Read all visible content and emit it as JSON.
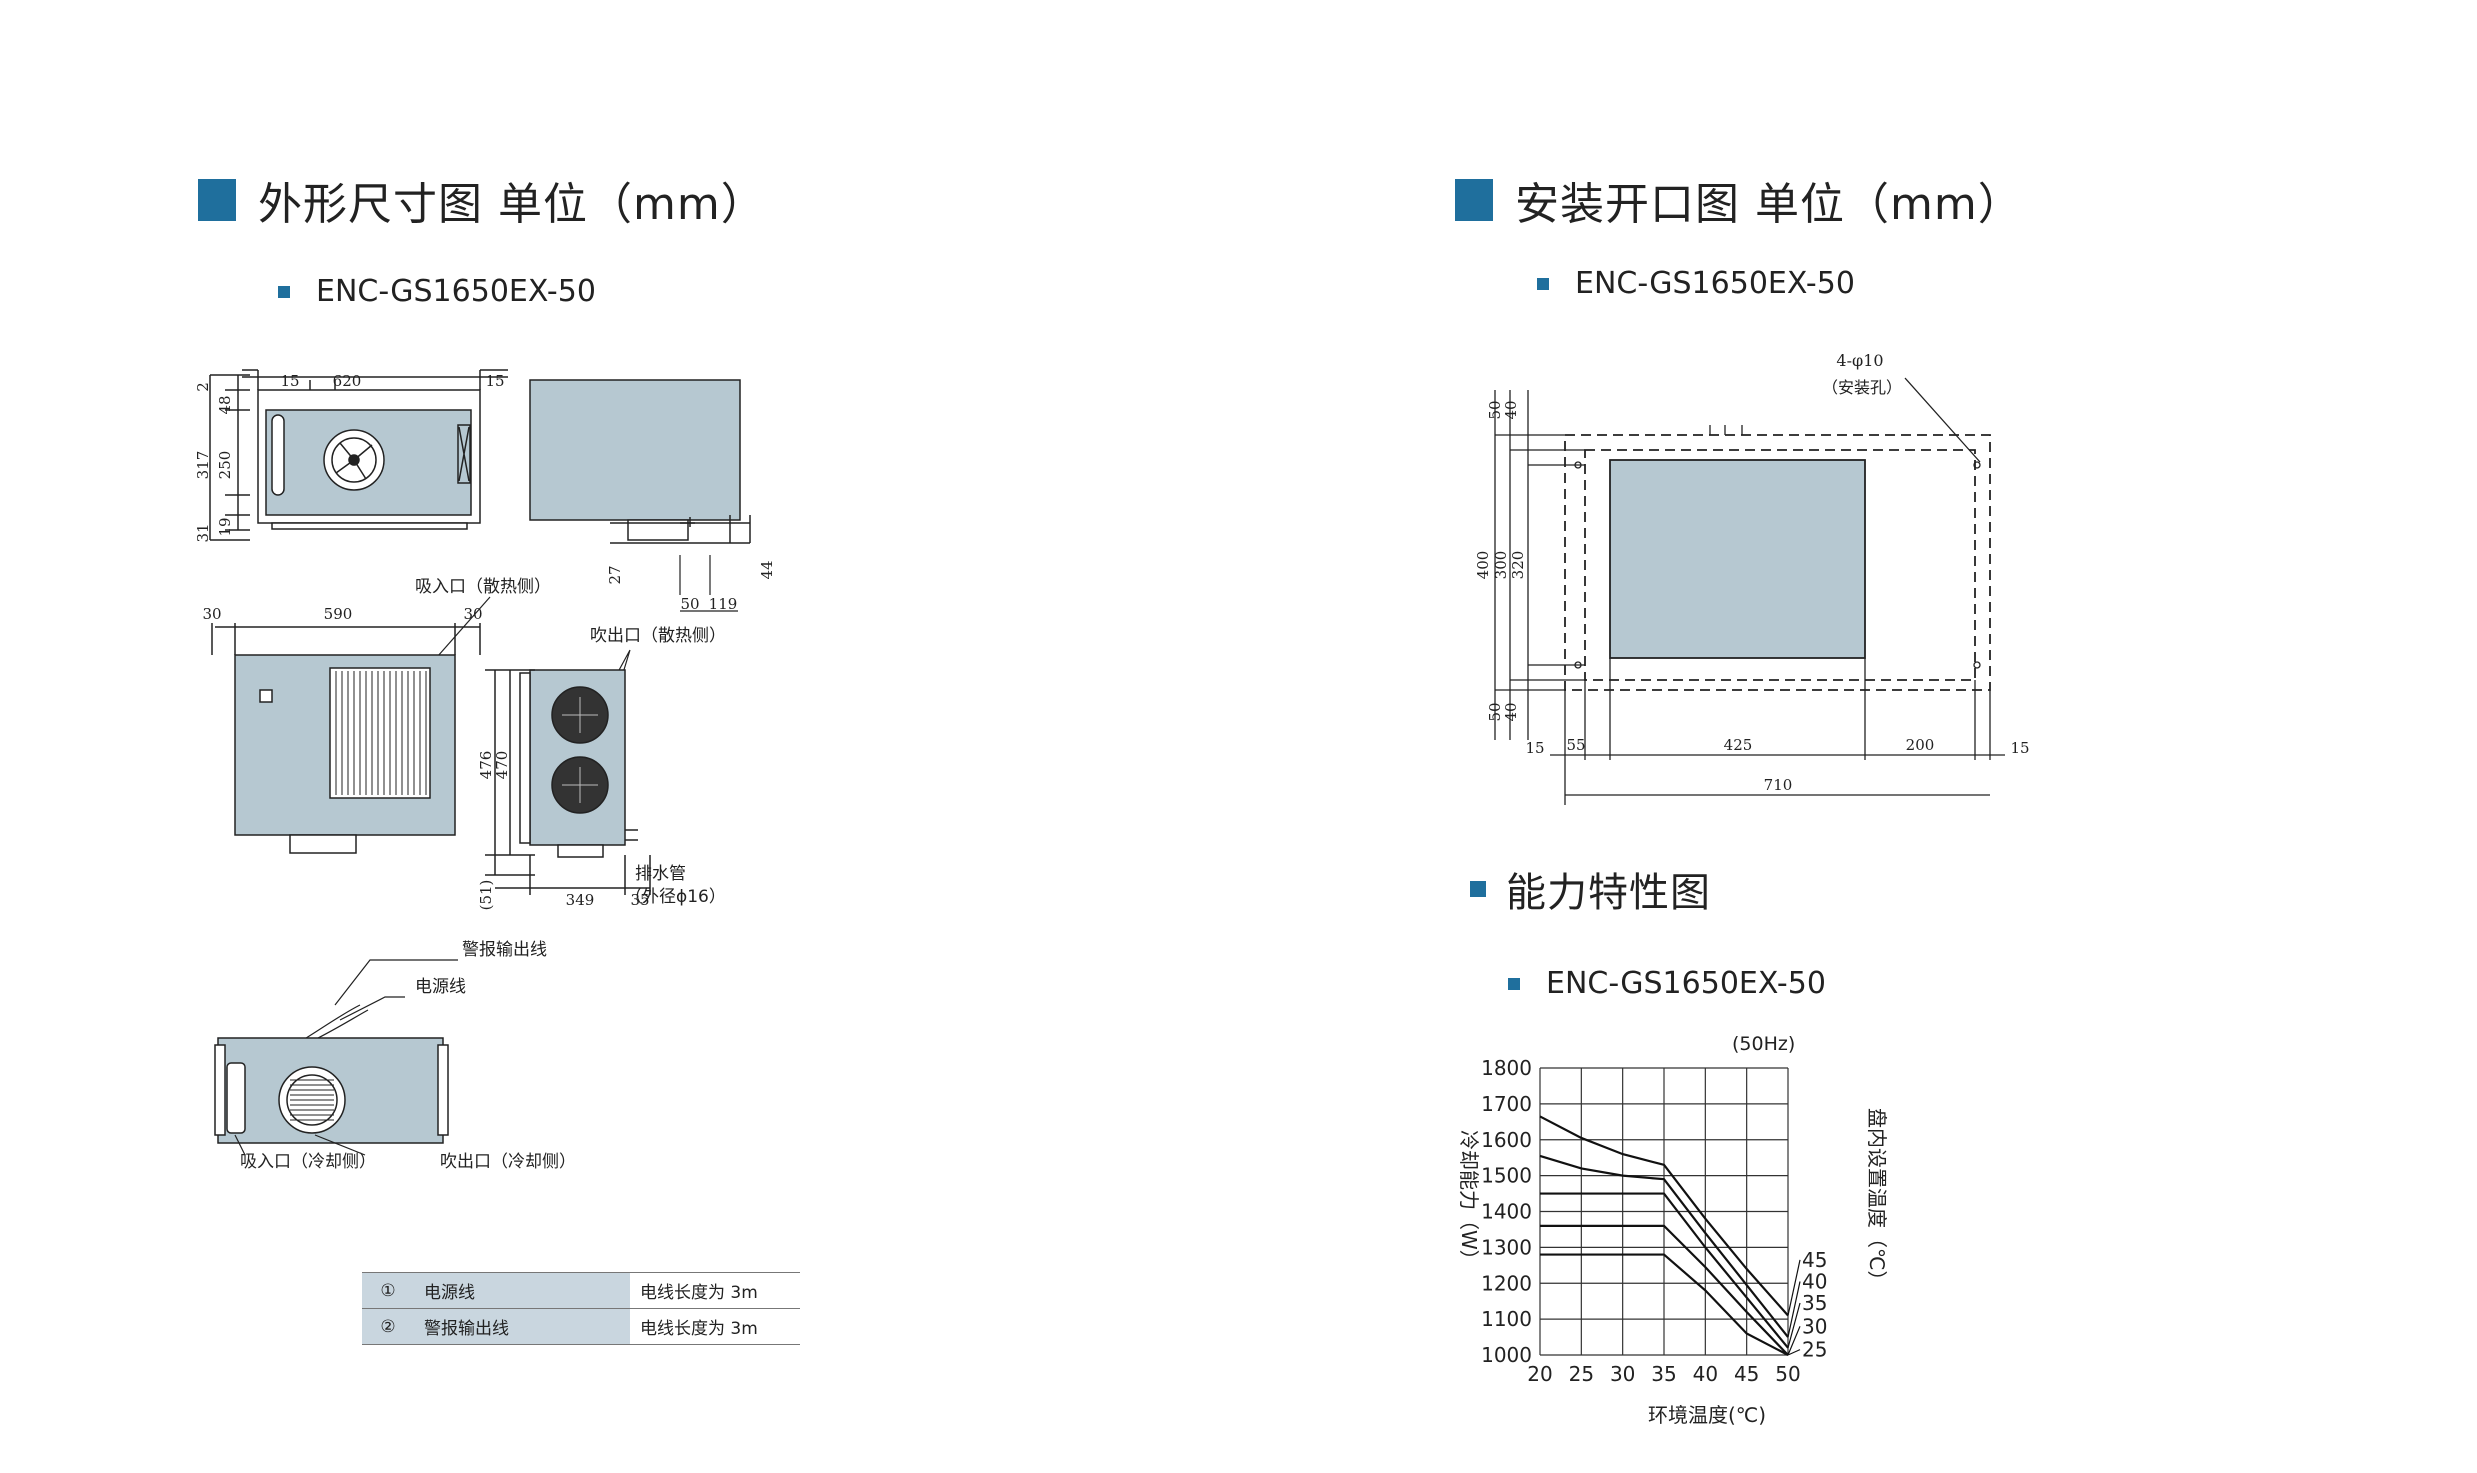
{
  "colors": {
    "accent": "#1f6f9d",
    "device_fill": "#b6c8d1",
    "device_stroke": "#222222",
    "cutout_fill": "#b6c8d1"
  },
  "outline": {
    "title": "外形尺寸图 单位（mm）",
    "model": "ENC-GS1650EX-50",
    "top_view_dims": [
      "15",
      "620",
      "15",
      "2",
      "48",
      "317",
      "250",
      "31",
      "19",
      "27",
      "44",
      "50",
      "119"
    ],
    "front_view_dims": [
      "30",
      "590",
      "30"
    ],
    "side_view_dims": [
      "476",
      "470",
      "(51)",
      "349",
      "35"
    ],
    "labels": {
      "suction_heat": "吸入口（散热侧）",
      "outlet_heat": "吹出口（散热侧）",
      "drain_pipe": "排水管",
      "drain_pipe_dia": "（外径ϕ16）",
      "alarm_line": "警报输出线",
      "power_line": "电源线",
      "suction_cool": "吸入口（冷却侧）",
      "outlet_cool": "吹出口（冷却侧）"
    },
    "legend_rows": [
      {
        "num": "①",
        "name": "电源线",
        "value": "电线长度为 3m"
      },
      {
        "num": "②",
        "name": "警报输出线",
        "value": "电线长度为 3m"
      }
    ]
  },
  "install": {
    "title": "安装开口图 单位（mm）",
    "model": "ENC-GS1650EX-50",
    "holes_label": "4-φ10",
    "holes_note": "（安装孔）",
    "dims_left": [
      "50",
      "40",
      "400",
      "300",
      "320",
      "50",
      "40"
    ],
    "dims_bottom": [
      "15",
      "55",
      "425",
      "200",
      "15",
      "710"
    ]
  },
  "performance": {
    "title": "能力特性图",
    "model": "ENC-GS1650EX-50"
  },
  "chart_data": {
    "type": "line",
    "title": "",
    "note": "(50Hz)",
    "xlabel": "环境温度(℃)",
    "ylabel": "冷却能力（W）",
    "right_label": "盘内设置温度（℃）",
    "x": [
      20,
      25,
      30,
      35,
      40,
      45,
      50
    ],
    "xlim": [
      20,
      50
    ],
    "ylim": [
      1000,
      1800
    ],
    "yticks": [
      1000,
      1100,
      1200,
      1300,
      1400,
      1500,
      1600,
      1700,
      1800
    ],
    "grid": true,
    "series": [
      {
        "name": "45",
        "values": [
          1665,
          1605,
          1560,
          1530,
          1380,
          1240,
          1110
        ]
      },
      {
        "name": "40",
        "values": [
          1555,
          1520,
          1500,
          1490,
          1340,
          1195,
          1050
        ]
      },
      {
        "name": "35",
        "values": [
          1450,
          1450,
          1450,
          1450,
          1300,
          1160,
          1020
        ]
      },
      {
        "name": "30",
        "values": [
          1360,
          1360,
          1360,
          1360,
          1245,
          1120,
          1000
        ]
      },
      {
        "name": "25",
        "values": [
          1280,
          1280,
          1280,
          1280,
          1180,
          1060,
          1000
        ]
      }
    ],
    "series_label_values": [
      1265,
      1205,
      1145,
      1080,
      1015
    ]
  }
}
